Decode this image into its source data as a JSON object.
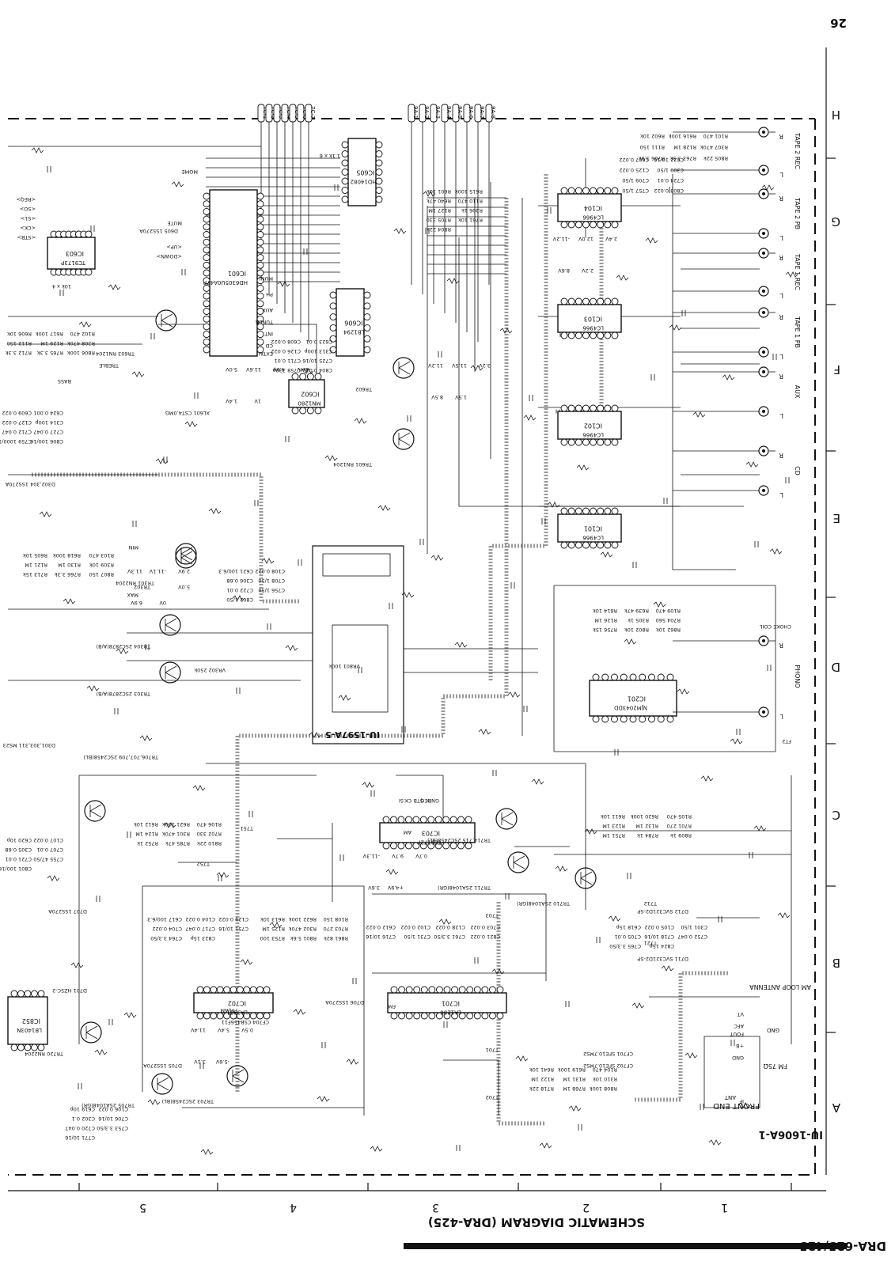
{
  "page": {
    "number": "26",
    "model": "DRA-625/425",
    "title": "SCHEMATIC DIAGRAM (DRA-425)"
  },
  "grid": {
    "rows": [
      "H",
      "G",
      "F",
      "E",
      "D",
      "C",
      "B",
      "A"
    ],
    "cols": [
      "1",
      "2",
      "3",
      "4",
      "5"
    ]
  },
  "boards": {
    "main": "IU-1606A-1",
    "sub": "IU-1597A-5",
    "front_end": "FRONT END"
  },
  "ics": [
    {
      "name": "IC601",
      "part": "HD6305U0A47P"
    },
    {
      "name": "IC605",
      "part": "HD14082"
    },
    {
      "name": "IC603",
      "part": "TC9173P"
    },
    {
      "name": "IC606",
      "part": "LB1294"
    },
    {
      "name": "IC602",
      "part": "MN1280"
    },
    {
      "name": "IC104",
      "part": "LC4966"
    },
    {
      "name": "IC103",
      "part": "LC4966"
    },
    {
      "name": "IC102",
      "part": "LC4966"
    },
    {
      "name": "IC101",
      "part": "LC4966"
    },
    {
      "name": "IC201",
      "part": "NJM2043DD"
    },
    {
      "name": "IC703",
      "part": "TC9172P"
    },
    {
      "name": "IC701",
      "part": "LA1266"
    },
    {
      "name": "IC702",
      "part": "LA3401"
    },
    {
      "name": "IC852",
      "part": "LB1403N"
    }
  ],
  "inputs": [
    "TAPE 2 REC",
    "TAPE 2 PB",
    "TAPE 1 REC",
    "TAPE 1 PB",
    "AUX",
    "CD",
    "PHONO"
  ],
  "rca_lr": [
    "R",
    "L"
  ],
  "choke": [
    "CHOKE COIL",
    "FT2"
  ],
  "antenna": {
    "am": "AM LOOP ANTENNA",
    "fm": "FM 75Ω",
    "gnd": "GND",
    "ant": "ANT"
  },
  "micro_pins": [
    "MOME",
    "<REQ>",
    "<SO>",
    "<S1>",
    "<CK>",
    "<STB>",
    "MUTE",
    "<UP>",
    "<DOWN>",
    "MUNI",
    "AUX",
    "TUNER",
    "INT",
    "CD",
    "PH",
    "EXTAL"
  ],
  "transistors": [
    "TR603 RN1204",
    "TR602",
    "TR601 RN1204",
    "TR301 RN2204",
    "TR302",
    "TR304 2SC2878(A/B)",
    "TR303 2SC2878(A/B)",
    "TR706,707,709 2SC2458(BL)",
    "TR705 2SA1048(GR)",
    "TR703 2SC2458(BL)",
    "TR710 2SA1048(GR)",
    "TR711 2SA1048(GR)",
    "TR714,715 2SC2458(BL)",
    "TR720 RN2204"
  ],
  "filters": [
    "CF701 SFE10.7MS2",
    "CF702 SFE10.7MS2",
    "CF704 CSB456F11"
  ],
  "diodes": [
    "D605 1SS270A",
    "D701 HZ5C-2",
    "D707 1SS270A",
    "D706 1SS270A",
    "D711 SVC321D2-SP",
    "D712 SVC321D2-SP",
    "D705 1SS270A",
    "D301,303,311 MS23",
    "D302,304 1SS270A"
  ],
  "resistors": [
    "R601 10k",
    "R602 10k",
    "R606 10k",
    "R605 10k",
    "R641 10k",
    "R611 10k",
    "R612 10k",
    "R613 10k",
    "R614 10k",
    "R615 100k",
    "R616 100k",
    "R617 100k",
    "R618 100k",
    "R619 100k",
    "R620 100k",
    "R621 100k",
    "R622 100k",
    "R639 47k",
    "R640 47k",
    "R101 470",
    "R102 470",
    "R103 470",
    "R104 470",
    "R105 470",
    "R106 470",
    "R108 150",
    "R109 470",
    "R110 470",
    "R111 150",
    "R112 150",
    "R121 1M",
    "R122 1M",
    "R123 1M",
    "R124 1M",
    "R125 1M",
    "R126 1M",
    "R127 1M",
    "R128 1M",
    "R129 1M",
    "R130 1M",
    "R131 1M",
    "R132 1M",
    "R301 470k",
    "R302 470k",
    "R305 1k",
    "R306 1k",
    "R307 470k",
    "R308 470k",
    "R309 10k",
    "R310 10k",
    "R701 270",
    "R702 330",
    "R703 270",
    "R704 560",
    "R705 330",
    "R706 3.9k",
    "R712 3.3k",
    "R713 15k",
    "R718 22k",
    "R751 1M",
    "R752 1k",
    "R753 100",
    "R756 15k",
    "R761 10k",
    "R763 3.3k",
    "R765 3.3k",
    "R766 3.3k",
    "R768 1M",
    "R784 1k",
    "R785 47k",
    "R801 5.6k",
    "R802 10k",
    "R804 22k",
    "R805 22k",
    "R806 100k",
    "R807 150",
    "R808 100k",
    "R809 1k",
    "R810 22k",
    "R861 82k",
    "R862 10k"
  ],
  "capacitors": [
    "C607 0.022",
    "C608 0.022",
    "C609 0.022",
    "C612 0.022",
    "C617 100/6.3",
    "C618 15p",
    "C619 10p",
    "C620 10p",
    "C621 100/6.3",
    "C622 10/16",
    "C623 0.01",
    "C624 0.001",
    "C102 0.022",
    "C104 0.022",
    "C105 0.022",
    "C106 0.022",
    "C107 0.022",
    "C108 0.022",
    "C125 0.022",
    "C126 0.022",
    "C127 0.022",
    "C128 0.022",
    "C129 0.022",
    "C301 1/50",
    "C302 0.1",
    "C305 0.68",
    "C306 0.68",
    "C309 1/50",
    "C313 100p",
    "C314 100p",
    "C703 0.022",
    "C704 0.022",
    "C705 0.01",
    "C706 10/16",
    "C707 0.01",
    "C708 1/50",
    "C709 1/50",
    "C711 0.01",
    "C712 0.047",
    "C716 10/16",
    "C717 0.047",
    "C718 10/16",
    "C720 0.047",
    "C721 0.01",
    "C722 0.01",
    "C724 0.01",
    "C725 10/16",
    "C727 0.047",
    "C731 1/50",
    "C751 10/16",
    "C752 0.047",
    "C753 3.3/50",
    "C755 47/50",
    "C756 1/50",
    "C757 1/50",
    "C758 330p",
    "C759 1000/16",
    "C761 3.3/50",
    "C764 3.3/50",
    "C765 3.3/50",
    "C771 10/16",
    "C801 100/16",
    "C802 1/50",
    "C803 0.022",
    "C804 0.022",
    "C806 100/16",
    "C821 0.022",
    "C823 15p",
    "C824 15p"
  ],
  "transformers": [
    "T701",
    "T702",
    "T703",
    "T712",
    "T721",
    "T751",
    "T752",
    "XL601 CST4.0MG",
    "VR302 250k",
    "VR801 100k"
  ],
  "voltages": [
    "5.0V",
    "11.2V",
    "-11.2V",
    "11.3V",
    "-11.3V",
    "11.4V",
    "11.6V",
    "11.5V",
    "12.0V",
    "-11.1V",
    "9.7V",
    "5.4V",
    "4.9V",
    "3.2V",
    "2.4V",
    "2.9V",
    "0.7V",
    "0.5V",
    "8.4V",
    "8.5V",
    "8.6V",
    "6.9V",
    "3.6V",
    "3.1V",
    "1.4V",
    "1.5V",
    "2.2V",
    "0V",
    "+4.9V",
    "-5.6V",
    "1V"
  ],
  "misc": [
    "1.1k x 6",
    "10k x 4",
    "TREBLE",
    "BASS",
    "MIN",
    "MAX",
    "5.0V",
    "SI",
    "CK",
    "STB",
    "REQ",
    "GND",
    "FM",
    "AM",
    "IF",
    "VT",
    "AFC",
    "FOUT",
    "+B",
    "GND",
    "FM/AM"
  ],
  "bus_labels": [
    "7C-1",
    "7C-2",
    "7C-3",
    "7C-4",
    "7C-5",
    "7C-6",
    "7C-7",
    "9A-1",
    "9A-2",
    "9A-3",
    "9A-4",
    "9A-5",
    "9A-6",
    "9A-7",
    "9A-8"
  ]
}
